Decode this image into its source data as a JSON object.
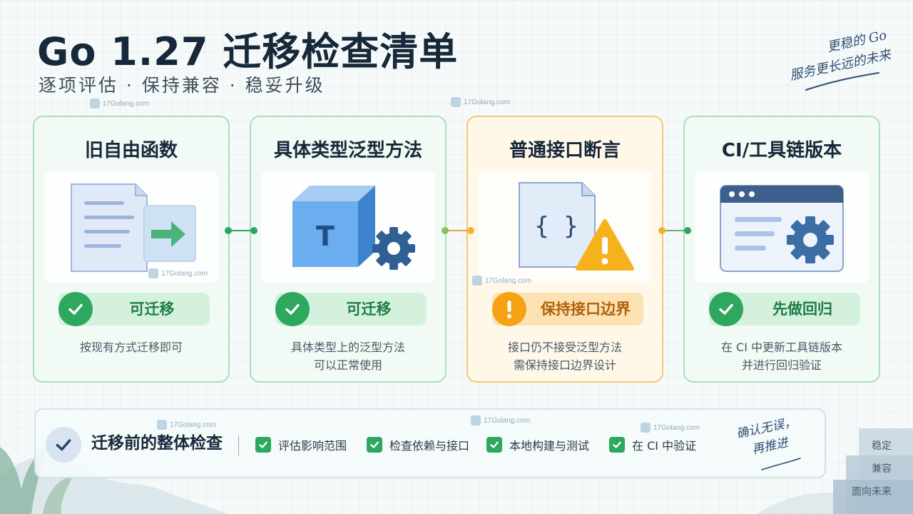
{
  "header": {
    "title": "Go 1.27 迁移检查清单",
    "subtitle": "逐项评估 · 保持兼容 · 稳妥升级",
    "handwriting": {
      "line1": "更稳的 Go",
      "line2": "服务更长远的未来"
    }
  },
  "watermark": {
    "text": "17Golang.com"
  },
  "cards": [
    {
      "title": "旧自由函数",
      "icon": "document-arrow-icon",
      "status": {
        "label": "可迁移",
        "type": "ok",
        "icon": "check-circle-icon",
        "color": "#2ea75f"
      },
      "description": [
        "按现有方式迁移即可"
      ]
    },
    {
      "title": "具体类型泛型方法",
      "icon": "type-cube-gear-icon",
      "cube_letter": "T",
      "status": {
        "label": "可迁移",
        "type": "ok",
        "icon": "check-circle-icon",
        "color": "#2ea75f"
      },
      "description": [
        "具体类型上的泛型方法",
        "可以正常使用"
      ]
    },
    {
      "title": "普通接口断言",
      "icon": "interface-file-warning-icon",
      "file_glyph": "{ }",
      "status": {
        "label": "保持接口边界",
        "type": "warn",
        "icon": "exclamation-circle-icon",
        "color": "#f5a214"
      },
      "description": [
        "接口仍不接受泛型方法",
        "需保持接口边界设计"
      ]
    },
    {
      "title": "CI/工具链版本",
      "icon": "browser-window-gear-icon",
      "status": {
        "label": "先做回归",
        "type": "ok",
        "icon": "check-circle-icon",
        "color": "#2ea75f"
      },
      "description": [
        "在 CI 中更新工具链版本",
        "并进行回归验证"
      ]
    }
  ],
  "overall_check": {
    "label": "迁移前的整体检查",
    "icon": "check-circle-icon",
    "items": [
      "评估影响范围",
      "检查依赖与接口",
      "本地构建与测试",
      "在 CI 中验证"
    ],
    "handwriting": {
      "line1": "确认无误，",
      "line2": "再推进"
    }
  },
  "stairs": {
    "steps": [
      "稳定",
      "兼容",
      "面向未来"
    ]
  },
  "colors": {
    "ok_green": "#2ea75f",
    "warn_orange": "#f5a214",
    "card_ok_border": "#a9dfbd",
    "card_warn_border": "#f2c774",
    "title_dark": "#16283a"
  }
}
